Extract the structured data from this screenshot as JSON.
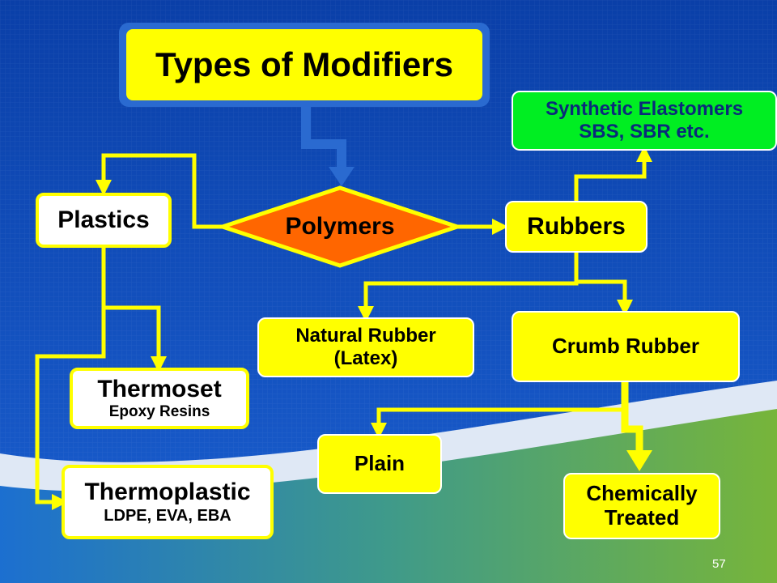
{
  "title": "Types of Modifiers",
  "page_number": "57",
  "nodes": {
    "polymers": "Polymers",
    "plastics": "Plastics",
    "rubbers": "Rubbers",
    "synthetic": {
      "line1": "Synthetic Elastomers",
      "line2": "SBS, SBR etc."
    },
    "natural": {
      "line1": "Natural Rubber",
      "line2": "(Latex)"
    },
    "crumb": "Crumb Rubber",
    "thermoset": {
      "line1": "Thermoset",
      "line2": "Epoxy Resins"
    },
    "thermoplastic": {
      "line1": "Thermoplastic",
      "line2": "LDPE, EVA, EBA"
    },
    "plain": "Plain",
    "chemically": {
      "line1": "Chemically",
      "line2": "Treated"
    }
  },
  "colors": {
    "background_top": "#0a3fa8",
    "background_bottom": "#1a5fd0",
    "connector": "#ffff00",
    "box_fill": "#ffff00",
    "diamond_fill": "#ff6600",
    "synthetic_fill": "#00ee22",
    "thick_arrow": "#2a6ad0"
  }
}
